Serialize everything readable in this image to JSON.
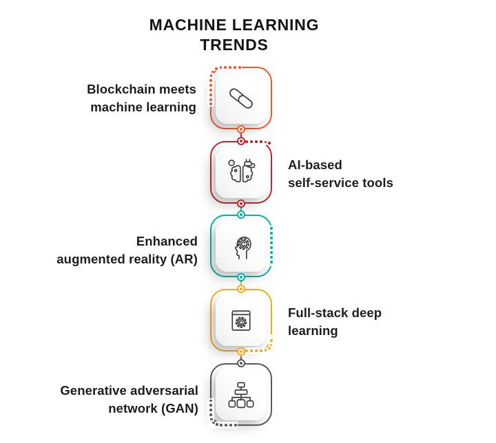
{
  "title": "MACHINE LEARNING\nTRENDS",
  "icon_stroke_color": "#3C3C3E",
  "items": [
    {
      "label": "Blockchain meets\nmachine learning",
      "icon": "chain-link-icon",
      "color": "#F1592A",
      "text_side": "left"
    },
    {
      "label": "AI-based\nself-service tools",
      "icon": "brain-plug-icon",
      "color": "#C2242B",
      "text_side": "right"
    },
    {
      "label": "Enhanced\naugmented reality (AR)",
      "icon": "head-gear-icon",
      "color": "#00B2A9",
      "text_side": "left"
    },
    {
      "label": "Full-stack deep\nlearning",
      "icon": "browser-gear-icon",
      "color": "#F5A81C",
      "text_side": "right"
    },
    {
      "label": "Generative adversarial\nnetwork (GAN)",
      "icon": "hierarchy-icon",
      "color": "#58595B",
      "text_side": "left"
    }
  ]
}
